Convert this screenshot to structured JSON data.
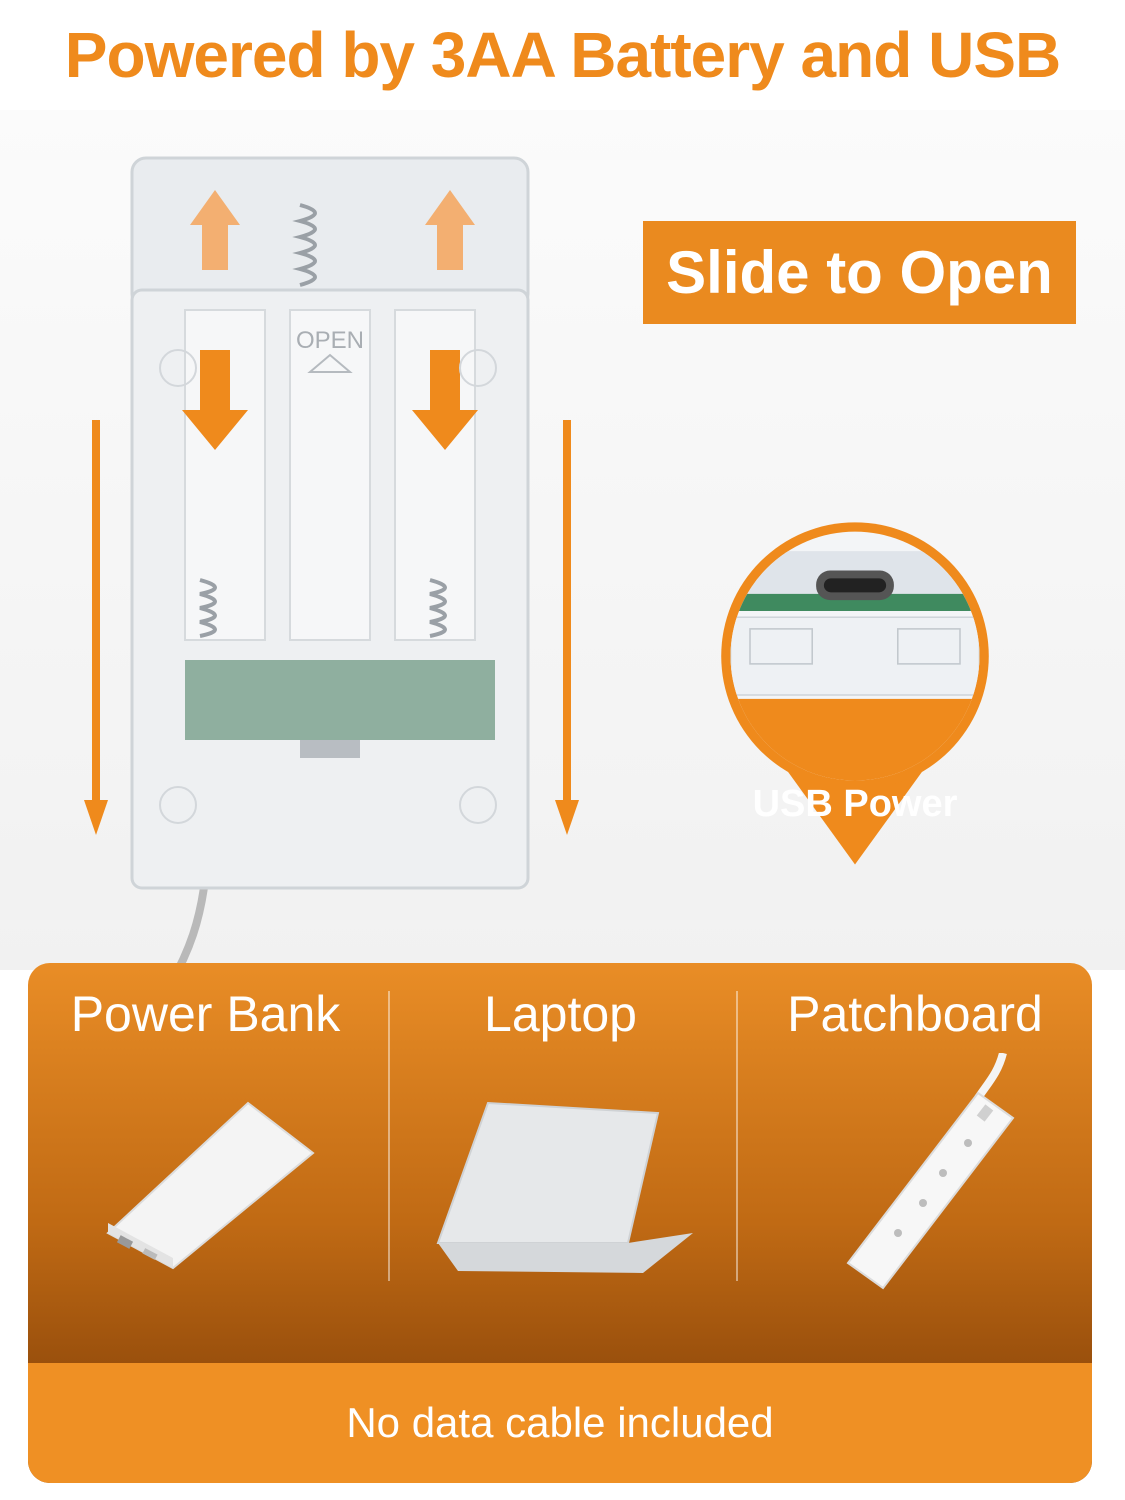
{
  "headline": "Powered by 3AA Battery and USB",
  "badge": {
    "label": "Slide to Open"
  },
  "device": {
    "open_label": "OPEN"
  },
  "callout": {
    "label": "USB Power"
  },
  "sources": [
    {
      "label": "Power Bank",
      "icon": "power-bank-icon"
    },
    {
      "label": "Laptop",
      "icon": "laptop-icon"
    },
    {
      "label": "Patchboard",
      "icon": "power-strip-icon"
    }
  ],
  "footer": {
    "note": "No data cable included"
  },
  "colors": {
    "accent": "#ef8a1c",
    "panel_dark": "#7a3a06",
    "bar": "#ef9024"
  }
}
